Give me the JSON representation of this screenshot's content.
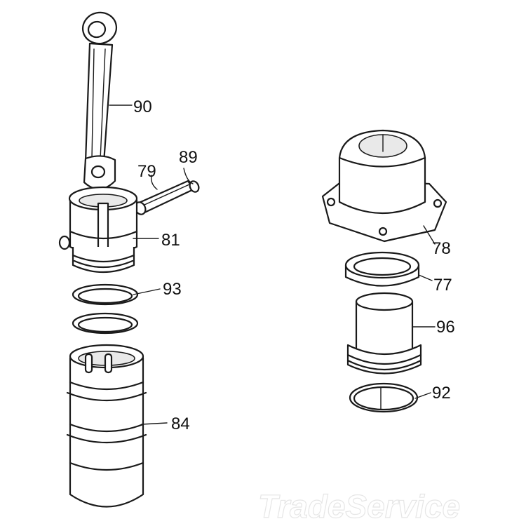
{
  "parts": [
    {
      "id": "part-90",
      "number": "90"
    },
    {
      "id": "part-89",
      "number": "89"
    },
    {
      "id": "part-79",
      "number": "79"
    },
    {
      "id": "part-81",
      "number": "81"
    },
    {
      "id": "part-93",
      "number": "93"
    },
    {
      "id": "part-84",
      "number": "84"
    },
    {
      "id": "part-78",
      "number": "78"
    },
    {
      "id": "part-77",
      "number": "77"
    },
    {
      "id": "part-96",
      "number": "96"
    },
    {
      "id": "part-92",
      "number": "92"
    }
  ],
  "watermark": "TradeService",
  "colors": {
    "line": "#1a1a1a",
    "background": "#ffffff",
    "watermark": "#e6e6e6"
  }
}
